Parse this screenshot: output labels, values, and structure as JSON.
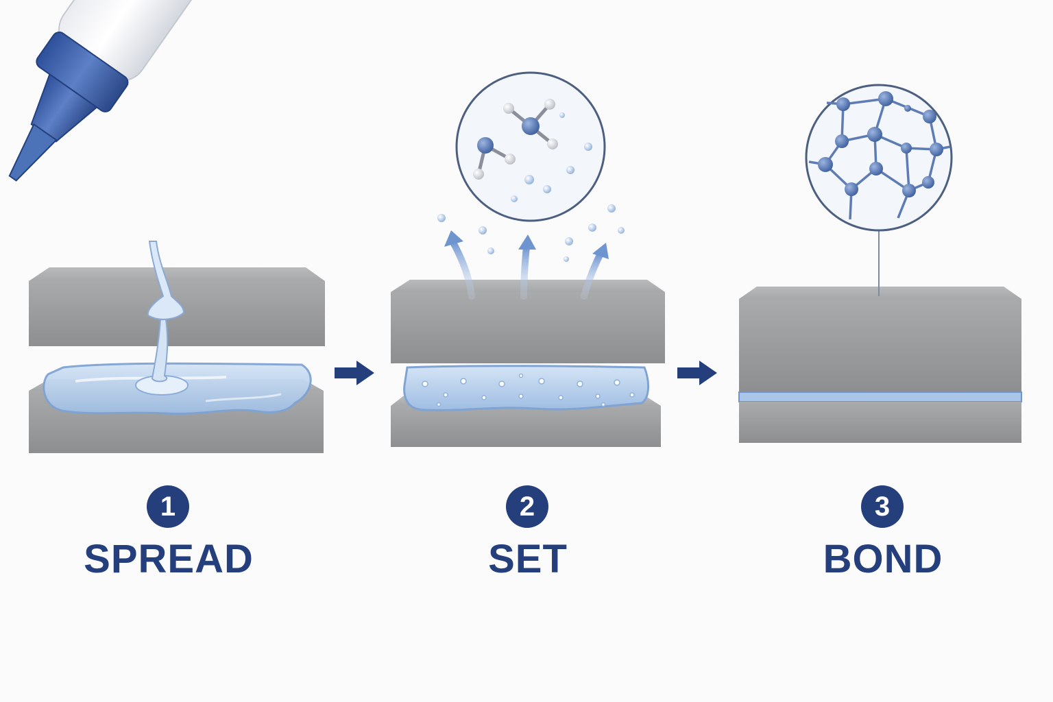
{
  "steps": [
    {
      "number": "1",
      "label": "SPREAD"
    },
    {
      "number": "2",
      "label": "SET"
    },
    {
      "number": "3",
      "label": "BOND"
    }
  ],
  "colors": {
    "accent": "#243f7c",
    "block": "#a8a9ab",
    "adhesive": "#a9c6e8",
    "molecule": "#4f6fab"
  },
  "icons": [
    "glue-bottle-icon",
    "arrow-right-icon",
    "vapor-arrow-icon",
    "molecule-magnifier-icon",
    "polymer-network-icon"
  ]
}
